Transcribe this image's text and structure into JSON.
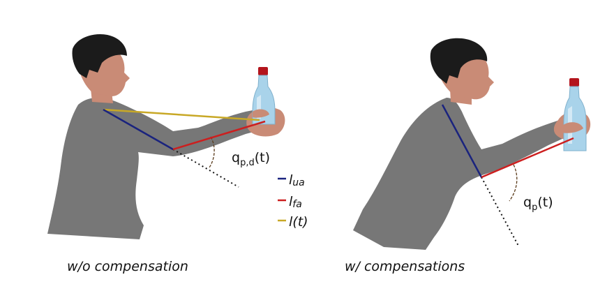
{
  "left_figure": {
    "caption": "w/o compensation",
    "angle_label": {
      "base": "q",
      "sub": "p,d",
      "tail": "(t)"
    }
  },
  "right_figure": {
    "caption": "w/ compensations",
    "angle_label": {
      "base": "q",
      "sub": "p",
      "tail": "(t)"
    }
  },
  "legend": [
    {
      "base": "l",
      "sub": "ua",
      "color": "#1a237e"
    },
    {
      "base": "l",
      "sub": "fa",
      "color": "#cc1f1f"
    },
    {
      "base": "l(t)",
      "sub": "",
      "color": "#c8a826"
    }
  ],
  "colors": {
    "skin": "#c98b76",
    "hair": "#1b1b1b",
    "shirt": "#777777",
    "upper_arm_line": "#1a237e",
    "forearm_line": "#cc1f1f",
    "reach_line": "#c8a826",
    "bottle": "#a9d3ea",
    "cap": "#b3141c"
  }
}
